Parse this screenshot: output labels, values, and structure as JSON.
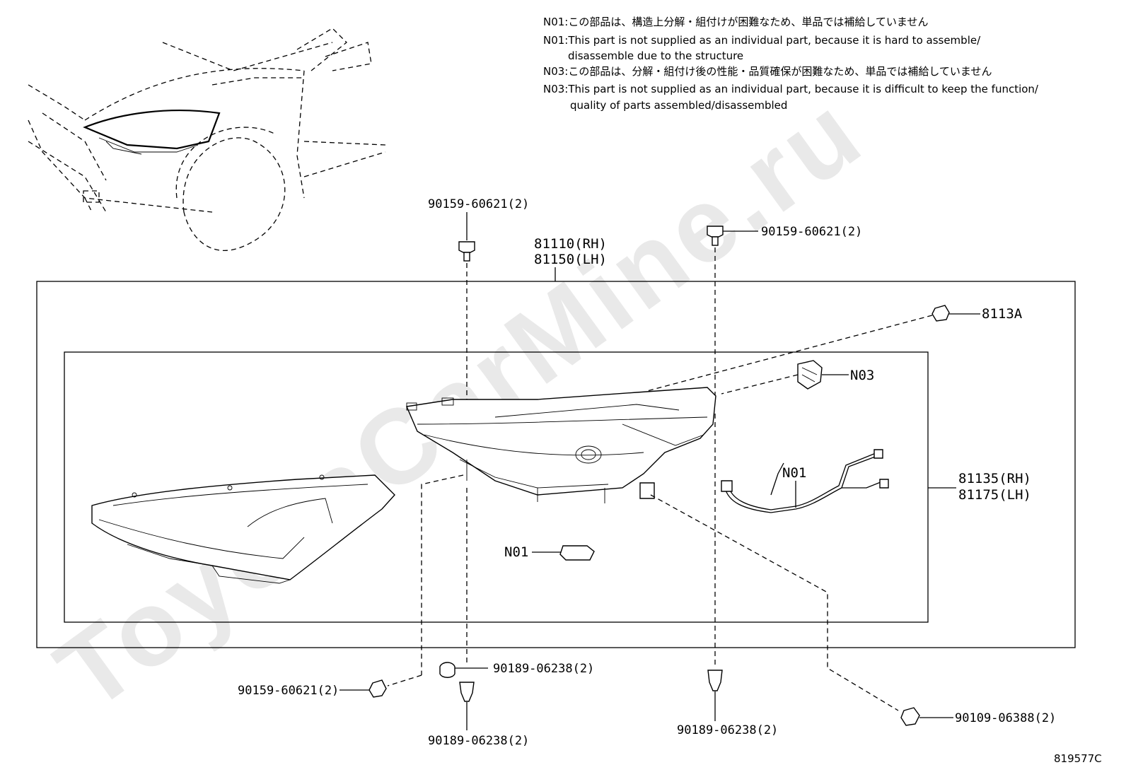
{
  "notes": {
    "n01_jp": "N01:この部品は、構造上分解・組付けが困難なため、単品では補給していません",
    "n01_en_1": "N01:This part is not supplied as an individual part, because it is hard to assemble/",
    "n01_en_2": "disassemble due to the structure",
    "n03_jp": "N03:この部品は、分解・組付け後の性能・品質確保が困難なため、単品では補給していません",
    "n03_en_1": "N03:This part is not supplied as an individual part, because it is difficult to keep the function/",
    "n03_en_2": "quality of parts assembled/disassembled"
  },
  "labels": {
    "bolt_top_left": "90159-60621(2)",
    "bolt_top_right": "90159-60621(2)",
    "assy_rh": "81110(RH)",
    "assy_lh": "81150(LH)",
    "socket": "8113A",
    "n03": "N03",
    "n01_harness": "N01",
    "n01_module": "N01",
    "sub_rh": "81135(RH)",
    "sub_lh": "81175(LH)",
    "bolt_bottom_left": "90159-60621(2)",
    "clip_left_upper": "90189-06238(2)",
    "clip_left_lower": "90189-06238(2)",
    "clip_right": "90189-06238(2)",
    "screw_bottom_right": "90109-06388(2)"
  },
  "watermark": "ToyotaCarMine.ru",
  "figure_id": "819577C"
}
